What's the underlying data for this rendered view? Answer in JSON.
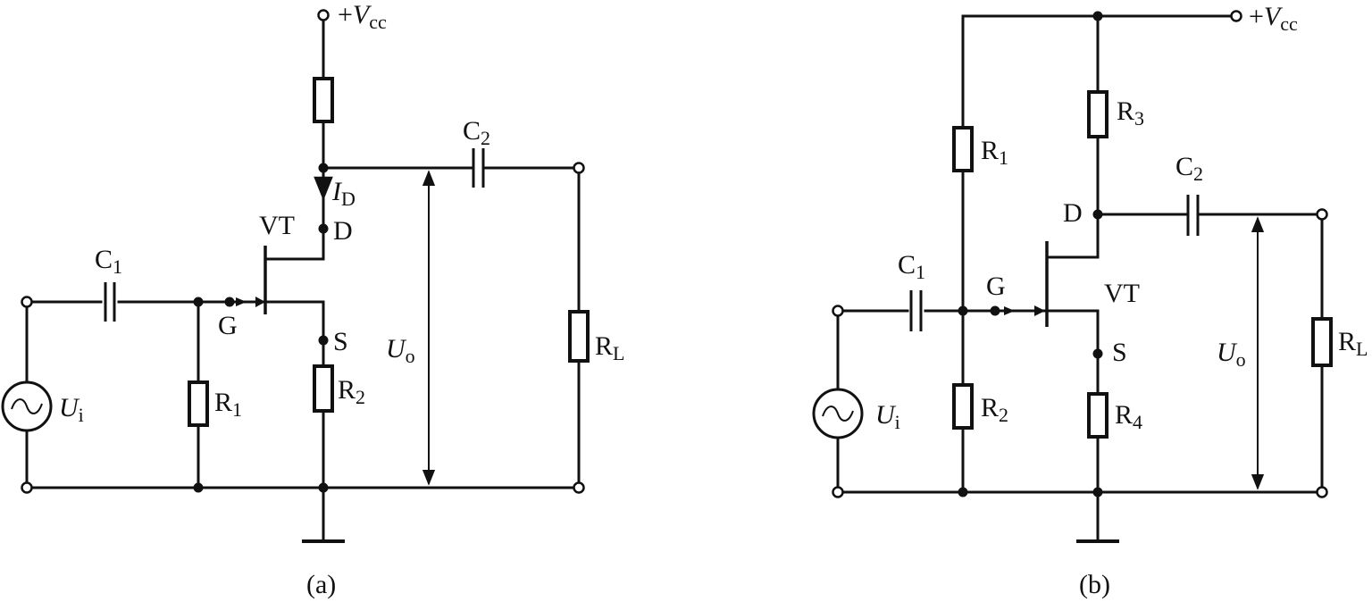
{
  "diagram_a": {
    "caption": "(a)",
    "vcc": {
      "sign": "+",
      "main": "V",
      "sub": "cc"
    },
    "c1": {
      "main": "C",
      "sub": "1"
    },
    "c2": {
      "main": "C",
      "sub": "2"
    },
    "r1": {
      "main": "R",
      "sub": "1"
    },
    "r2": {
      "main": "R",
      "sub": "2"
    },
    "rl": {
      "main": "R",
      "sub": "L"
    },
    "id": {
      "main": "I",
      "sub": "D"
    },
    "vt": "VT",
    "d": "D",
    "g": "G",
    "s": "S",
    "uo": {
      "main": "U",
      "sub": "o"
    },
    "ui": {
      "main": "U",
      "sub": "i"
    }
  },
  "diagram_b": {
    "caption": "(b)",
    "vcc": {
      "sign": "+",
      "main": "V",
      "sub": "cc"
    },
    "c1": {
      "main": "C",
      "sub": "1"
    },
    "c2": {
      "main": "C",
      "sub": "2"
    },
    "r1": {
      "main": "R",
      "sub": "1"
    },
    "r2": {
      "main": "R",
      "sub": "2"
    },
    "r3": {
      "main": "R",
      "sub": "3"
    },
    "r4": {
      "main": "R",
      "sub": "4"
    },
    "rl": {
      "main": "R",
      "sub": "L"
    },
    "vt": "VT",
    "d": "D",
    "g": "G",
    "s": "S",
    "uo": {
      "main": "U",
      "sub": "o"
    },
    "ui": {
      "main": "U",
      "sub": "i"
    }
  }
}
